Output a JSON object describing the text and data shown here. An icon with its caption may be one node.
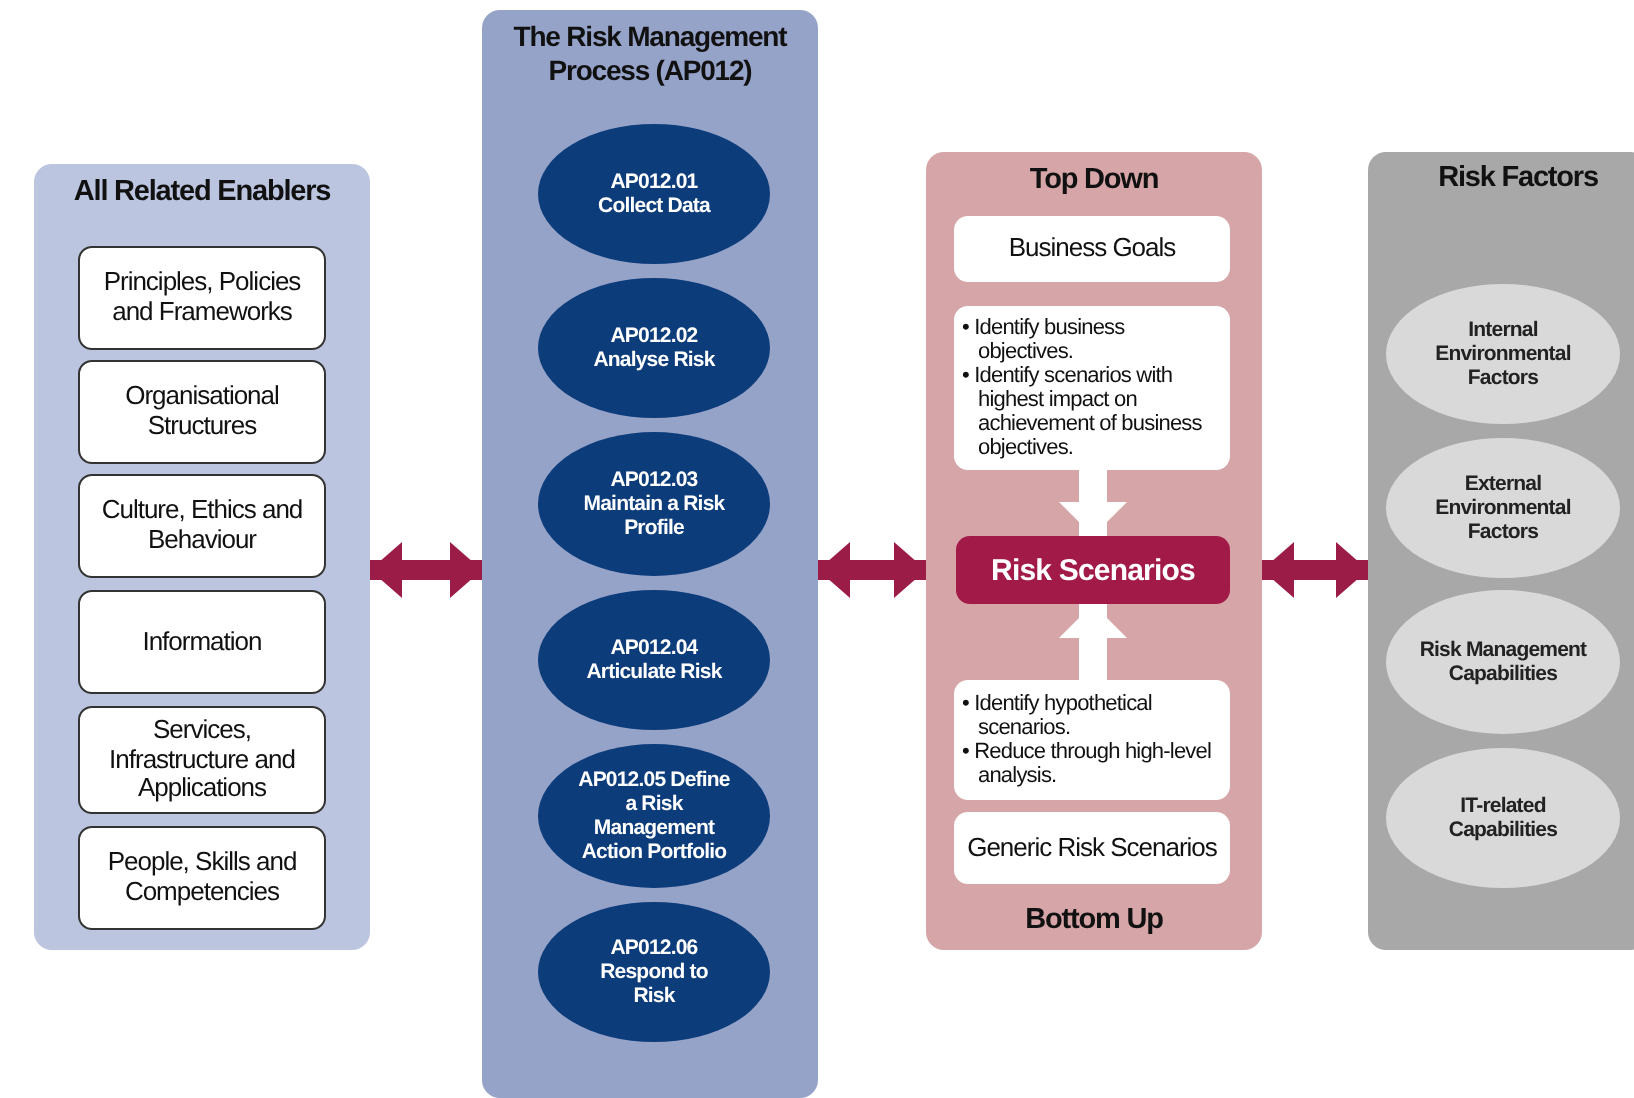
{
  "diagram": {
    "nodes": [
      {
        "text": [
          "All Related Enablers"
        ]
      },
      {
        "text": [
          "Principles, Policies and Frameworks"
        ],
        "in": 0
      },
      {
        "text": [
          "Organisational Structures"
        ],
        "in": 0
      },
      {
        "text": [
          "Culture, Ethics and Behaviour"
        ],
        "in": 0
      },
      {
        "text": [
          "Information"
        ],
        "in": 0
      },
      {
        "text": [
          "Services, Infrastructure and Applications"
        ],
        "in": 0
      },
      {
        "text": [
          "People, Skills and Competencies"
        ],
        "in": 0
      },
      {
        "text": [
          "The Risk Management Process (AP012)"
        ]
      },
      {
        "text": [
          "AP012.01 Collect Data"
        ],
        "in": 7
      },
      {
        "text": [
          "AP012.02 Analyse Risk"
        ],
        "in": 7
      },
      {
        "text": [
          "AP012.03 Maintain a Risk Profile"
        ],
        "in": 7
      },
      {
        "text": [
          "AP012.04 Articulate Risk"
        ],
        "in": 7
      },
      {
        "text": [
          "AP012.05 Define a Risk Management Action Portfolio"
        ],
        "in": 7
      },
      {
        "text": [
          "AP012.06 Respond to Risk"
        ],
        "in": 7
      },
      {
        "text": [
          "Top Down",
          "Bottom Up"
        ]
      },
      {
        "text": [
          "Business Goals"
        ],
        "in": 14
      },
      {
        "text": [
          "• Identify business objectives.",
          "• Identify scenarios with highest impact on achievement of business objectives."
        ],
        "in": 14
      },
      {
        "text": [
          "Risk Scenarios"
        ],
        "in": 14
      },
      {
        "text": [
          "• Identify hypothetical scenarios.",
          "• Reduce through high-level analysis."
        ],
        "in": 14
      },
      {
        "text": [
          "Generic Risk Scenarios"
        ],
        "in": 14
      },
      {
        "text": [
          "Risk Factors"
        ]
      },
      {
        "text": [
          "Internal Environmental Factors"
        ],
        "in": 20
      },
      {
        "text": [
          "External Environmental Factors"
        ],
        "in": 20
      },
      {
        "text": [
          "Risk Management Capabilities"
        ],
        "in": 20
      },
      {
        "text": [
          "IT-related Capabilities"
        ],
        "in": 20
      }
    ],
    "edges": [
      {
        "from": 0,
        "to": 7,
        "arrow": "both"
      },
      {
        "from": 7,
        "to": 14,
        "arrow": "both"
      },
      {
        "from": 14,
        "to": 20,
        "arrow": "both"
      },
      {
        "from": 16,
        "to": 17,
        "arrow": "to",
        "color": "#ffffff"
      },
      {
        "from": 18,
        "to": 17,
        "arrow": "to",
        "color": "#ffffff"
      }
    ]
  }
}
